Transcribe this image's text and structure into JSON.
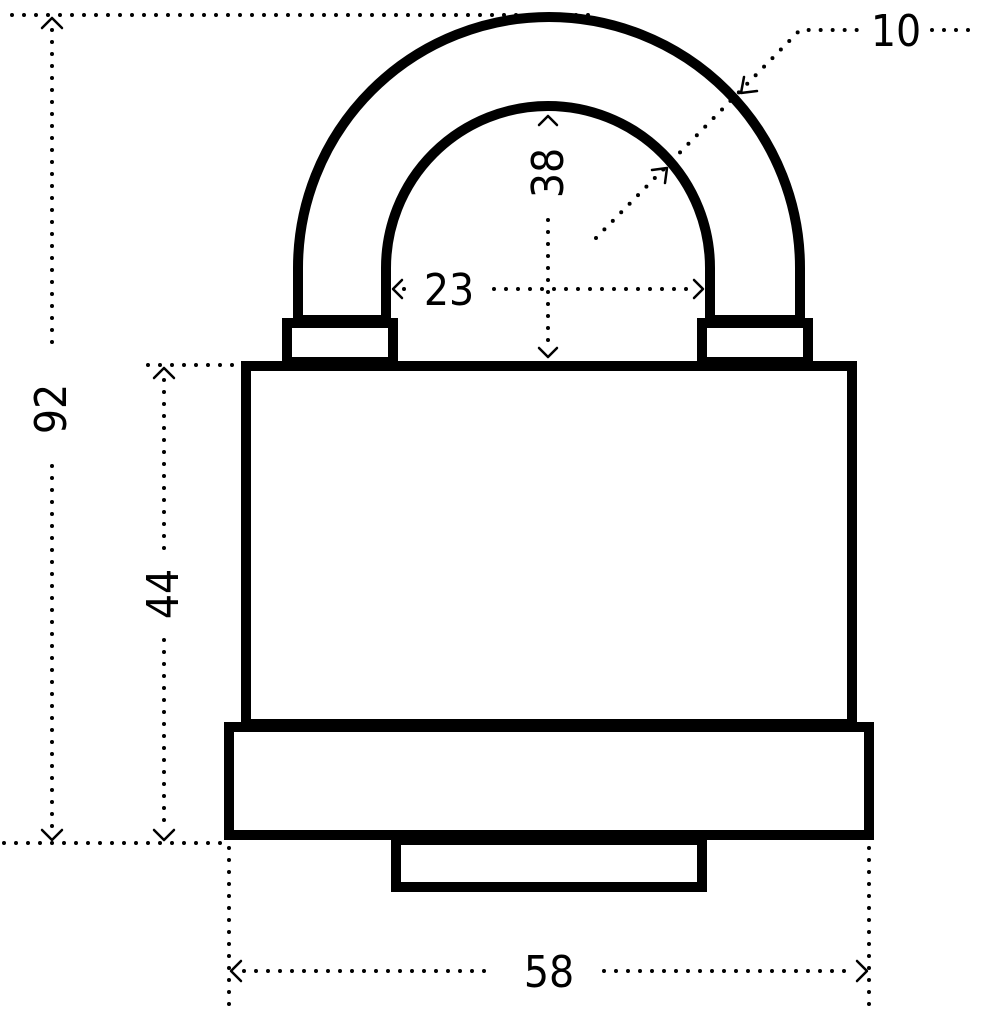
{
  "diagram": {
    "subject": "padlock",
    "colors": {
      "line": "#000000",
      "background": "#ffffff"
    },
    "dimensions": {
      "total_height": "92",
      "body_height": "44",
      "total_width": "58",
      "shackle_inner_width": "23",
      "shackle_clearance": "38",
      "shackle_thickness": "10"
    }
  }
}
